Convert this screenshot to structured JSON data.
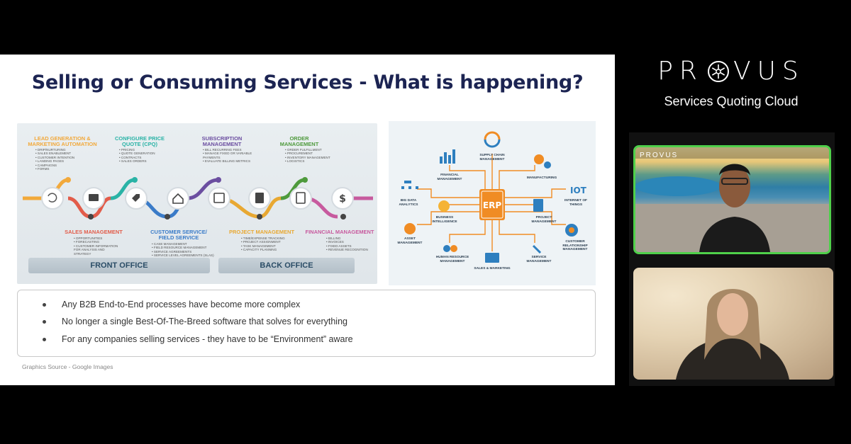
{
  "slide": {
    "title": "Selling or Consuming Services - What is happening?",
    "processes": [
      {
        "label": "LEAD GENERATION &\nMARKETING AUTOMATION",
        "color": "#f2a93b",
        "items": "• DRIP/NURTURING\n• SALES ENABLEMENT\n• CUSTOMER INTENTION\n• LANDING PAGES\n• CAMPAIGNS\n• FORMS"
      },
      {
        "label": "SALES MANAGEMENT",
        "color": "#e25c4a",
        "items": "• OPPORTUNITIES\n• FORECASTING\n• CUSTOMER INFORMATION\n  FOR ANALYSIS AND\n  STRATEGY"
      },
      {
        "label": "CONFIGURE PRICE\nQUOTE (CPQ)",
        "color": "#2ab3a6",
        "items": "• PRICING\n• QUOTE GENERATION\n• CONTRACTS\n• SALES ORDERS"
      },
      {
        "label": "CUSTOMER SERVICE/\nFIELD SERVICE",
        "color": "#3a7bc8",
        "items": "• CASE MANAGEMENT\n• FIELD RESOURCE MANAGEMENT\n• SERVICE AGREEMENTS\n• SERVICE LEVEL AGREEMENTS (SLAS)"
      },
      {
        "label": "SUBSCRIPTION\nMANAGEMENT",
        "color": "#6b4ea0",
        "items": "• BILL RECURRING FEES\n• MANAGE FIXED OR VARIABLE\n  PAYMENTS\n• EVALUATE BILLING METRICS"
      },
      {
        "label": "PROJECT MANAGEMENT",
        "color": "#e8a832",
        "items": "• TIME/EXPENSE TRACKING\n• PROJECT ASSIGNMENT\n• TASK MANAGEMENT\n• CAPACITY PLANNING"
      },
      {
        "label": "ORDER\nMANAGEMENT",
        "color": "#4e9a3c",
        "items": "• ORDER FULFILLMENT\n• PROCUREMENT\n• INVENTORY MANAGEMENT\n• LOGISTICS"
      },
      {
        "label": "FINANCIAL MANAGEMENT",
        "color": "#c75a9e",
        "items": "• BILLING\n• INVOICES\n• FIXED ASSETS\n• REVENUE RECOGNITION"
      }
    ],
    "front_office": "FRONT OFFICE",
    "back_office": "BACK OFFICE",
    "erp": {
      "center": "ERP",
      "modules": [
        "SUPPLY CHAIN\nMANAGEMENT",
        "FINANCIAL\nMANAGEMENT",
        "MANUFACTURING",
        "BIG DATA\nANALYTICS",
        "INTERNET OF\nTHINGS",
        "BUSINESS\nINTELLIGENCE",
        "PROJECT\nMANAGEMENT",
        "ASSET\nMANAGEMENT",
        "CUSTOMER\nRELATIONSHIP\nMANAGEMENT",
        "HUMAN RESOURCE\nMANAGEMENT",
        "SALES & MARKETING",
        "SERVICE\nMANAGEMENT"
      ],
      "iot_text": "IOT"
    },
    "bullets": [
      "Any B2B End-to-End processes have become more complex",
      "No longer a single Best-Of-The-Breed software that solves for everything",
      "For any companies selling services - they have to be “Environment” aware"
    ],
    "source": "Graphics Source -  Google Images"
  },
  "brand": {
    "logo_left": "PR",
    "logo_right": "VUS",
    "tagline": "Services Quoting Cloud",
    "mini_logo": "PROVUS"
  },
  "colors": {
    "title": "#1c2452",
    "active_speaker_border": "#4fd04a",
    "erp_orange": "#f08c24"
  }
}
